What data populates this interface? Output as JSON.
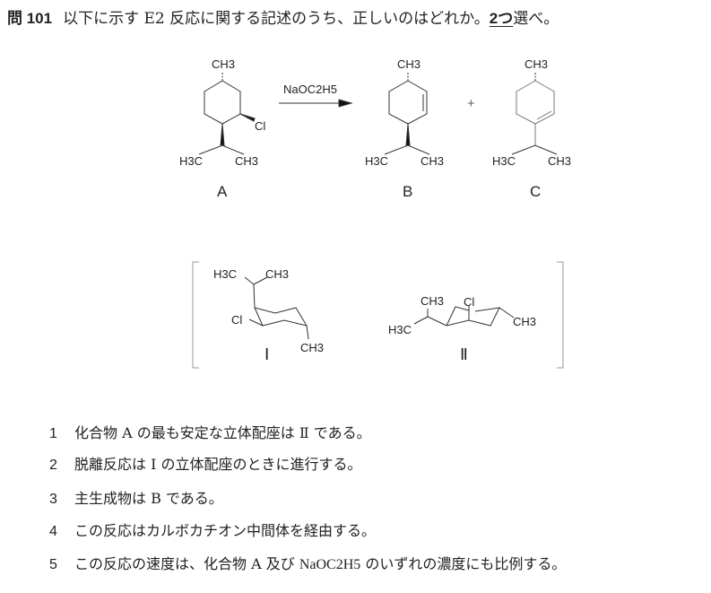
{
  "question": {
    "number": "問 101",
    "text": "以下に示す E2 反応に関する記述のうち、正しいのはどれか。",
    "count": "2つ",
    "suffix": "選べ。"
  },
  "reaction": {
    "reagent": "NaOC2H5",
    "plus": "+",
    "compounds": [
      {
        "label": "A",
        "top": "CH3",
        "left": "H3C",
        "right": "CH3",
        "substituent": "Cl"
      },
      {
        "label": "B",
        "top": "CH3",
        "left": "H3C",
        "right": "CH3"
      },
      {
        "label": "C",
        "top": "CH3",
        "left": "H3C",
        "right": "CH3"
      }
    ]
  },
  "conformers": [
    {
      "label": "Ⅰ",
      "groups": [
        "H3C",
        "CH3",
        "Cl",
        "CH3"
      ]
    },
    {
      "label": "Ⅱ",
      "groups": [
        "CH3",
        "Cl",
        "H3C",
        "CH3"
      ]
    }
  ],
  "options": [
    {
      "num": "1",
      "text": "化合物 A の最も安定な立体配座は Ⅱ である。"
    },
    {
      "num": "2",
      "text": "脱離反応は Ⅰ の立体配座のときに進行する。"
    },
    {
      "num": "3",
      "text": "主生成物は B である。"
    },
    {
      "num": "4",
      "text": "この反応はカルボカチオン中間体を経由する。"
    },
    {
      "num": "5",
      "text_before": "この反応の速度は、化合物 A 及び ",
      "formula": "NaOC2H5",
      "text_after": " のいずれの濃度にも比例する。"
    }
  ]
}
